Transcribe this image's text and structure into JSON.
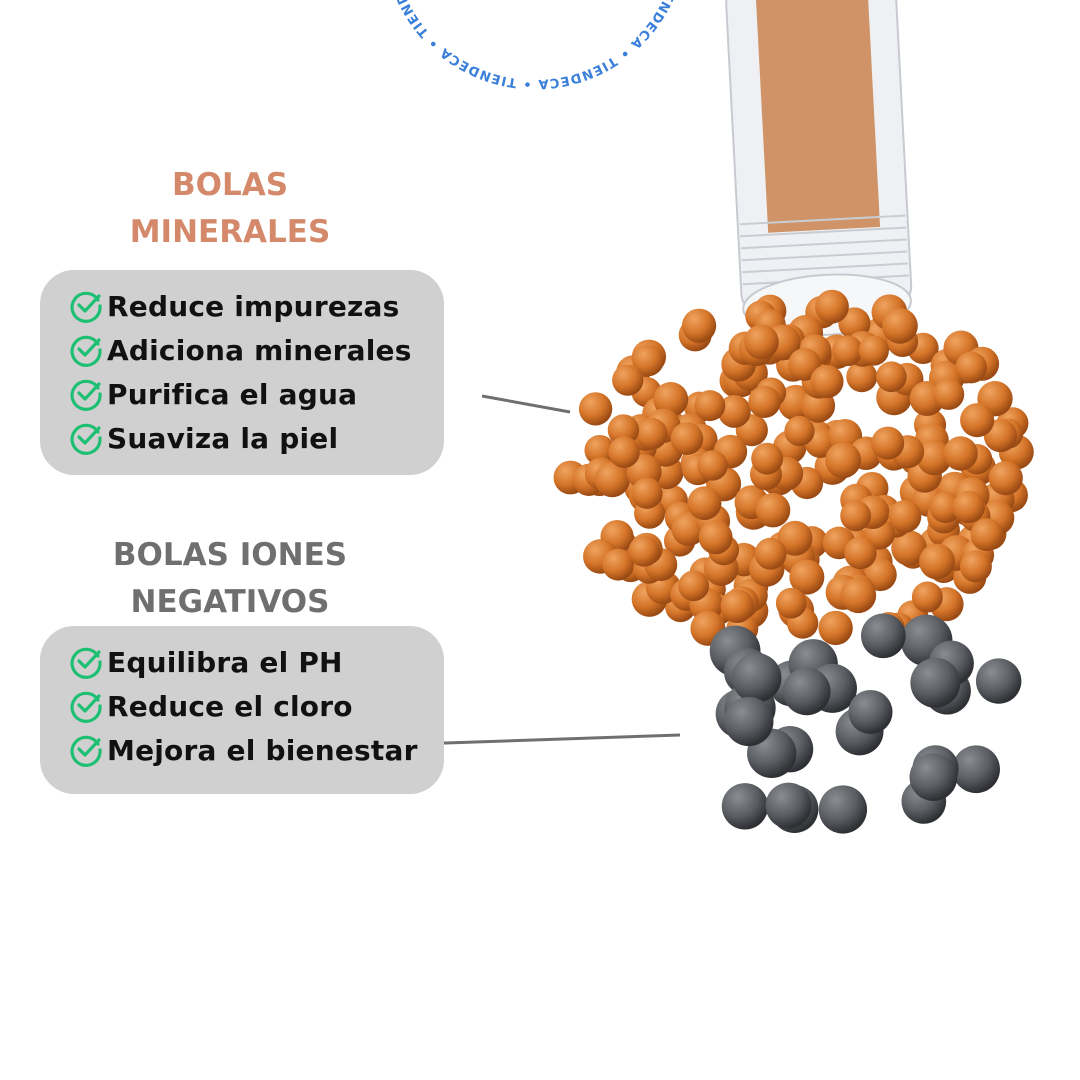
{
  "watermark": "TIENDECA",
  "sections": [
    {
      "title_line1": "BOLAS",
      "title_line2": "MINERALES",
      "items": [
        "Reduce impurezas",
        "Adiciona minerales",
        "Purifica el agua",
        "Suaviza la piel"
      ]
    },
    {
      "title_line1": "BOLAS IONES",
      "title_line2": "NEGATIVOS",
      "items": [
        "Equilibra el PH",
        "Reduce el cloro",
        "Mejora el bienestar"
      ]
    }
  ],
  "colors": {
    "mineral_title": "#d48a6a",
    "ion_title": "#6f6f6f",
    "check": "#1dbf73",
    "card": "#d0d0d0",
    "watermark": "#3a7fd9"
  }
}
